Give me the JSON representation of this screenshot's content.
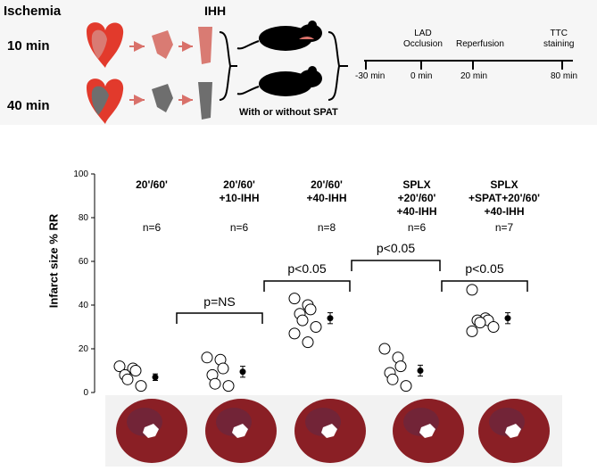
{
  "protocol": {
    "ischemia_label": "Ischemia",
    "ihh_label": "IHH",
    "rows": [
      {
        "label": "10 min",
        "color": "#d9716a"
      },
      {
        "label": "40 min",
        "color": "#6e6e6e"
      }
    ],
    "mouse_caption": "With or without SPAT",
    "timeline": {
      "events": [
        {
          "name": "LAD\nOcclusion",
          "time": "0 min"
        },
        {
          "name": "Reperfusion",
          "time": "20 min"
        },
        {
          "name": "TTC\nstaining",
          "time": "80 min"
        }
      ],
      "start_time": "-30 min"
    }
  },
  "chart_data": {
    "type": "scatter",
    "ylabel": "Infarct size % RR",
    "ylim": [
      0,
      100
    ],
    "yticks": [
      0,
      20,
      40,
      60,
      80,
      100
    ],
    "groups": [
      {
        "label": [
          "20'/60'"
        ],
        "n": "n=6",
        "points": [
          3,
          6,
          8,
          10,
          11,
          12
        ],
        "mean": 7,
        "err": 1.5
      },
      {
        "label": [
          "20'/60'",
          "+10-IHH"
        ],
        "n": "n=6",
        "points": [
          3,
          4,
          8,
          11,
          15,
          16
        ],
        "mean": 9.5,
        "err": 2.5
      },
      {
        "label": [
          "20'/60'",
          "+40-IHH"
        ],
        "n": "n=8",
        "points": [
          23,
          27,
          30,
          33,
          36,
          38,
          40,
          43
        ],
        "mean": 34,
        "err": 2.5
      },
      {
        "label": [
          "SPLX",
          "+20'/60'",
          "+40-IHH"
        ],
        "n": "n=6",
        "points": [
          3,
          6,
          9,
          12,
          16,
          20
        ],
        "mean": 10,
        "err": 2.5
      },
      {
        "label": [
          "SPLX",
          "+SPAT+20'/60'",
          "+40-IHH"
        ],
        "n": "n=7",
        "points": [
          28,
          30,
          32,
          33,
          33,
          34,
          47
        ],
        "mean": 34,
        "err": 2.5
      }
    ],
    "comparisons": [
      {
        "from": 1,
        "to": 2,
        "label": "p=NS"
      },
      {
        "from": 2,
        "to": 3,
        "label": "p<0.05"
      },
      {
        "from": 3,
        "to": 4,
        "label": "p<0.05"
      },
      {
        "from": 4,
        "to": 5,
        "label": "p<0.05"
      }
    ],
    "colors": {
      "point_fill": "#ffffff",
      "point_stroke": "#000000",
      "mean": "#000000"
    }
  },
  "photos": {
    "count": 5,
    "tissue_color": "#8a1f25",
    "bg": "#f2f2f2"
  }
}
